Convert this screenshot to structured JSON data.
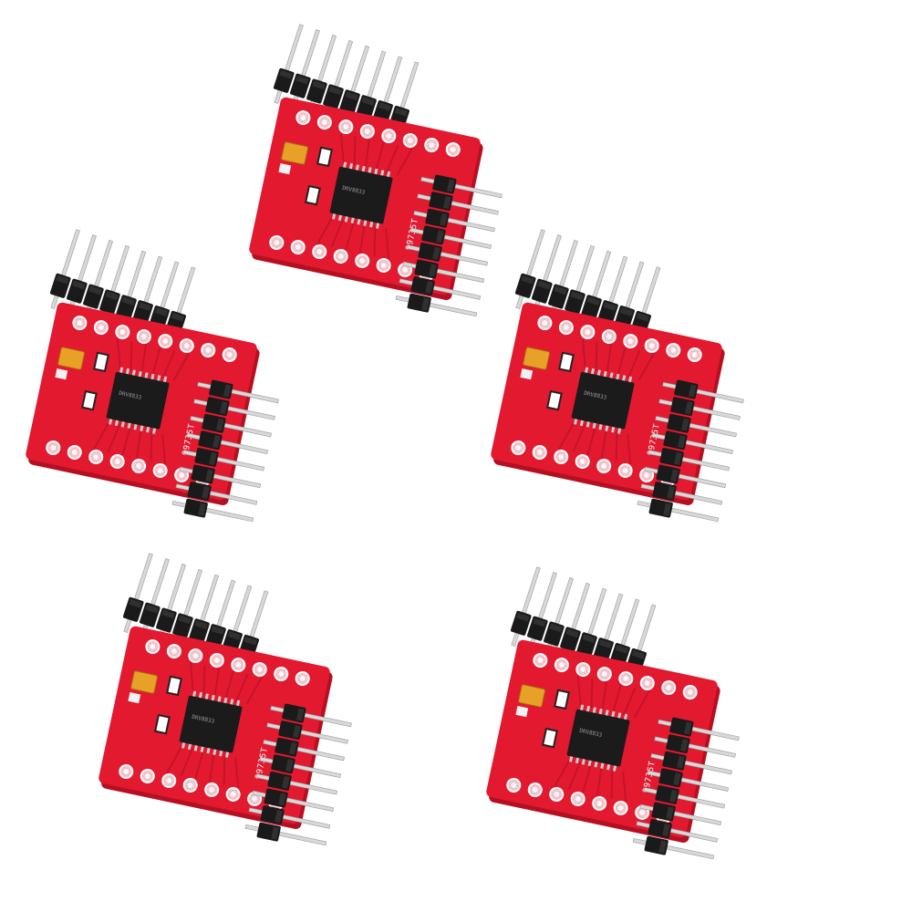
{
  "scene": {
    "background": "#ffffff",
    "subject": "DRV8833 dual motor driver breakout board",
    "item_count": 5
  },
  "board": {
    "pcb_color": "#e3192f",
    "pcb_edge_color": "#b50f22",
    "silkscreen_text": "99735T",
    "chip_marking": "DRV8833",
    "header_color": "#1a1a1a",
    "pin_color": "#d8d8d8",
    "capacitor_color": "#e7a126"
  },
  "items": [
    {
      "label": "99735T",
      "chip": "DRV8833"
    },
    {
      "label": "99735T",
      "chip": "DRV8833"
    },
    {
      "label": "99735T",
      "chip": "DRV8833"
    },
    {
      "label": "99735T",
      "chip": "DRV8833"
    },
    {
      "label": "99735T",
      "chip": "DRV8833"
    }
  ]
}
